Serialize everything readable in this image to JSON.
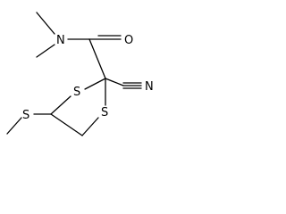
{
  "molecule": {
    "atoms": {
      "amide_n": "N",
      "carbonyl_o": "O",
      "nitrile_n": "N",
      "ring_s_top": "S",
      "ring_s_bottom": "S",
      "methylthio_s": "S"
    },
    "colors": {
      "bond": "#000000",
      "label": "#000000",
      "background": "#ffffff"
    }
  }
}
